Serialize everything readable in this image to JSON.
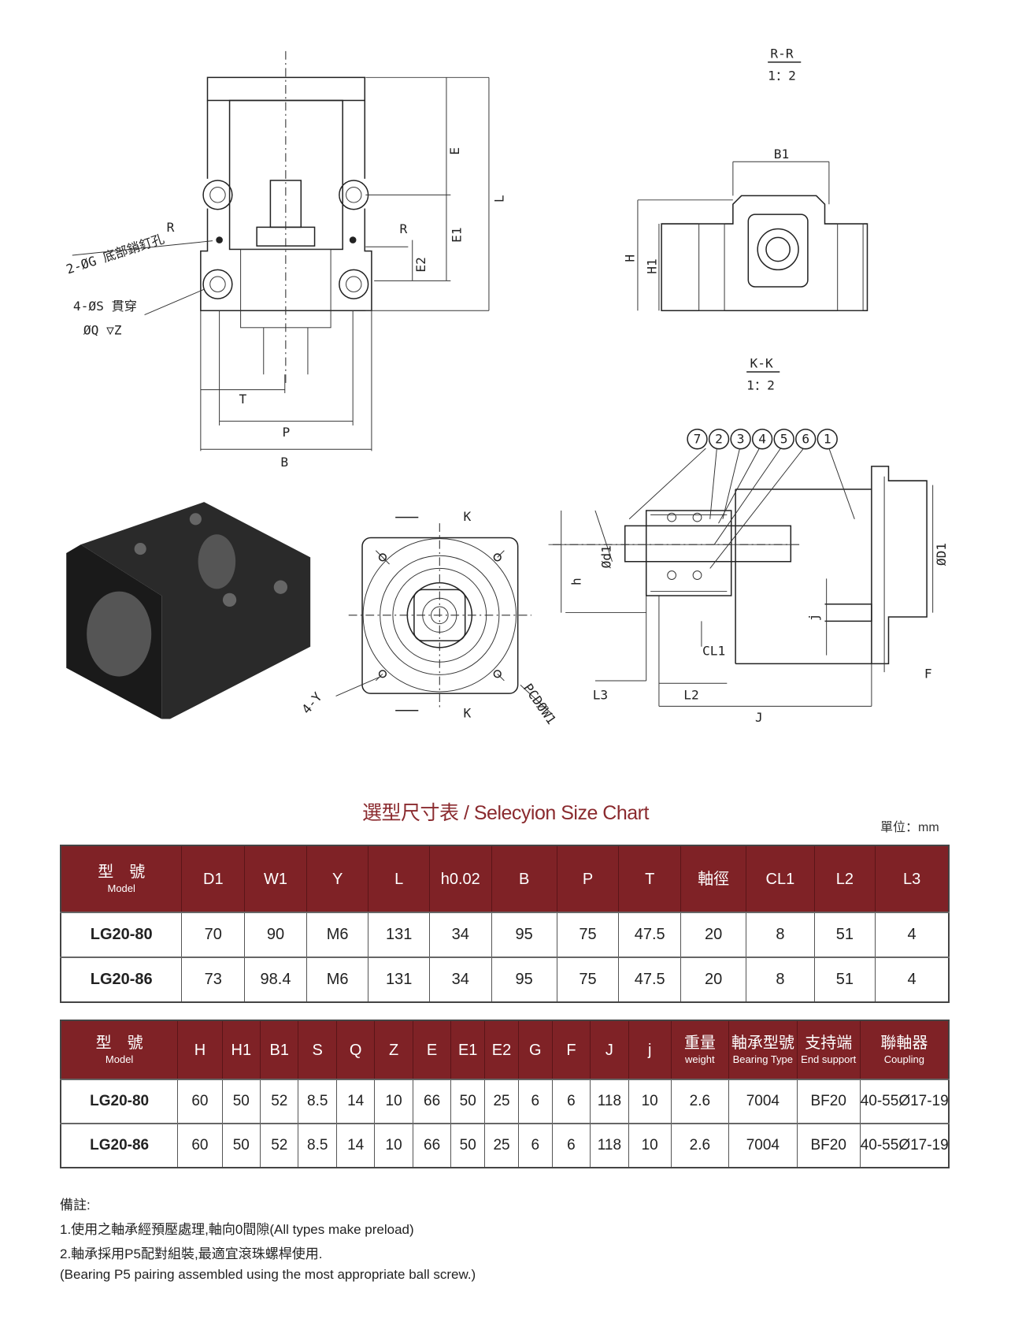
{
  "drawing_labels": {
    "rr_section": "R-R",
    "rr_scale": "1：2",
    "kk_section": "K-K",
    "kk_scale": "1：2",
    "B1": "B1",
    "H": "H",
    "H1": "H1",
    "E": "E",
    "E1": "E1",
    "E2": "E2",
    "L": "L",
    "R_left": "R",
    "R_right": "R",
    "pin_hole": "2-ØG 底部銷釘孔",
    "through_hole": "4-ØS 貫穿",
    "counterbore": "ØQ ▽Z",
    "T": "T",
    "P": "P",
    "B": "B",
    "K_top": "K",
    "K_bottom": "K",
    "Y": "4-Y",
    "PCD": "PCDØW1",
    "balloons": [
      "7",
      "2",
      "3",
      "4",
      "5",
      "6",
      "1"
    ],
    "d1": "Ød1",
    "h": "h",
    "D1": "ØD1",
    "j": "j",
    "CL1": "CL1",
    "F": "F",
    "L3": "L3",
    "L2": "L2",
    "J": "J"
  },
  "chart": {
    "title": "選型尺寸表 / Selecyion Size Chart",
    "unit": "單位：mm"
  },
  "table1": {
    "headers": [
      {
        "label": "型　號",
        "sub": "Model"
      },
      {
        "label": "D1"
      },
      {
        "label": "W1"
      },
      {
        "label": "Y"
      },
      {
        "label": "L"
      },
      {
        "label": "h0.02"
      },
      {
        "label": "B"
      },
      {
        "label": "P"
      },
      {
        "label": "T"
      },
      {
        "label": "軸徑"
      },
      {
        "label": "CL1"
      },
      {
        "label": "L2"
      },
      {
        "label": "L3"
      }
    ],
    "rows": [
      [
        "LG20-80",
        "70",
        "90",
        "M6",
        "131",
        "34",
        "95",
        "75",
        "47.5",
        "20",
        "8",
        "51",
        "4"
      ],
      [
        "LG20-86",
        "73",
        "98.4",
        "M6",
        "131",
        "34",
        "95",
        "75",
        "47.5",
        "20",
        "8",
        "51",
        "4"
      ]
    ]
  },
  "table2": {
    "headers": [
      {
        "label": "型　號",
        "sub": "Model"
      },
      {
        "label": "H"
      },
      {
        "label": "H1"
      },
      {
        "label": "B1"
      },
      {
        "label": "S"
      },
      {
        "label": "Q"
      },
      {
        "label": "Z"
      },
      {
        "label": "E"
      },
      {
        "label": "E1"
      },
      {
        "label": "E2"
      },
      {
        "label": "G"
      },
      {
        "label": "F"
      },
      {
        "label": "J"
      },
      {
        "label": "j"
      },
      {
        "label": "重量",
        "sub": "weight"
      },
      {
        "label": "軸承型號",
        "sub": "Bearing Type"
      },
      {
        "label": "支持端",
        "sub": "End support"
      },
      {
        "label": "聯軸器",
        "sub": "Coupling"
      }
    ],
    "rows": [
      [
        "LG20-80",
        "60",
        "50",
        "52",
        "8.5",
        "14",
        "10",
        "66",
        "50",
        "25",
        "6",
        "6",
        "118",
        "10",
        "2.6",
        "7004",
        "BF20",
        "40-55Ø17-19"
      ],
      [
        "LG20-86",
        "60",
        "50",
        "52",
        "8.5",
        "14",
        "10",
        "66",
        "50",
        "25",
        "6",
        "6",
        "118",
        "10",
        "2.6",
        "7004",
        "BF20",
        "40-55Ø17-19"
      ]
    ]
  },
  "notes": {
    "heading": "備註:",
    "line1": "1.使用之軸承經預壓處理,軸向0間隙(All types make preload)",
    "line2": "2.軸承採用P5配對組裝,最適宜滾珠螺桿使用.",
    "line3": "(Bearing P5 pairing assembled using the most appropriate ball screw.)"
  }
}
